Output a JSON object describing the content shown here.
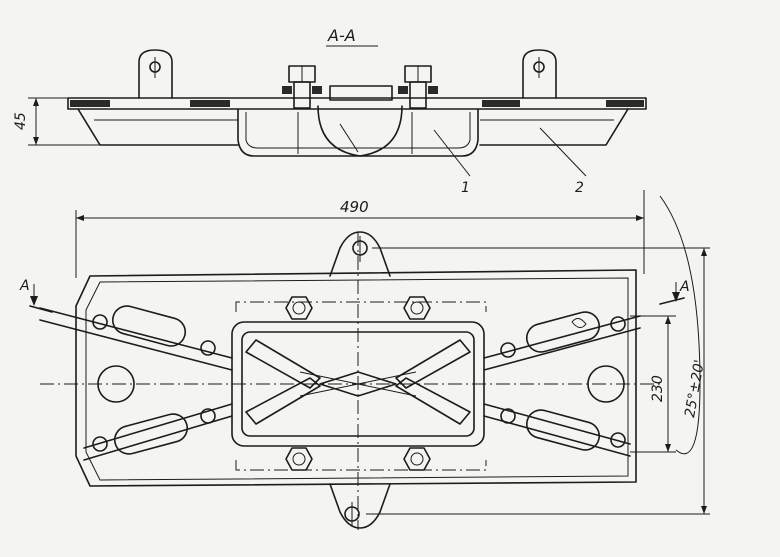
{
  "section_label": "A-A",
  "section_marker_left": "A",
  "section_marker_right": "A",
  "dimensions": {
    "height": "45",
    "length": "490",
    "width": "230",
    "angle": "25°±20'"
  },
  "callouts": [
    "1",
    "2"
  ]
}
